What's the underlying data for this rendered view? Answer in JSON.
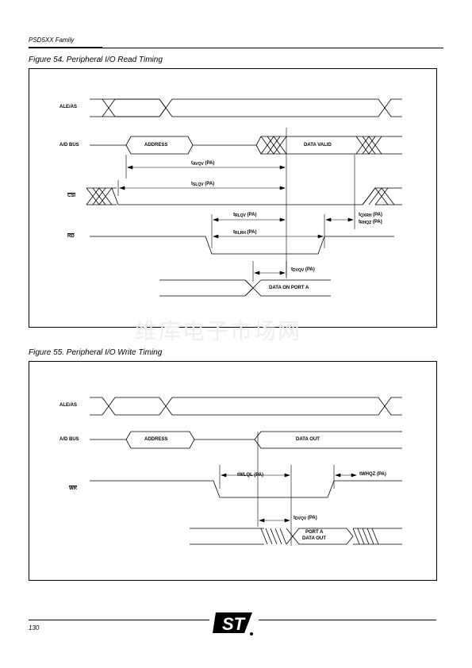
{
  "header": {
    "family": "PSD5XX Family"
  },
  "fig54": {
    "caption": "Figure 54.  Peripheral I/O Read Timing",
    "signals": {
      "ale": "ALE/AS",
      "adbus": "A/D BUS",
      "csi": "CSI",
      "rd": "RD"
    },
    "labels": {
      "address": "ADDRESS",
      "data_valid": "DATA VALID",
      "data_on_port_a": "DATA ON PORT A",
      "tavqv": "AVQV",
      "tavqv_suffix": " (PA)",
      "tslqv": "SLQV",
      "tslqv_suffix": " (PA)",
      "trlqv": "RLQV",
      "trlqv_suffix": " (PA)",
      "trlrh": "RLRH",
      "trlrh_suffix": " (PA)",
      "tdvqv": "DVQV",
      "tdvqv_suffix": " (PA)",
      "tqxrh": "QXRH",
      "tqxrh_suffix": " (PA)",
      "trhqz": "RHQZ",
      "trhqz_suffix": " (PA)",
      "t": "t"
    }
  },
  "fig55": {
    "caption": "Figure 55.  Peripheral I/O Write Timing",
    "signals": {
      "ale": "ALE/AS",
      "adbus": "A/D BUS",
      "wr": "WR"
    },
    "labels": {
      "address": "ADDRESS",
      "data_out": "DATA OUT",
      "port_a_line1": "PORT A",
      "port_a_line2": "DATA OUT",
      "twlql": "tWLQL   (PA)",
      "twhqz": "tWHQZ (PA)",
      "tdvqv": "DVQV",
      "tdvqv_suffix": " (PA)",
      "t": "t"
    }
  },
  "watermark": "维库电子市场网",
  "footer": {
    "page": "130",
    "logo": "ST"
  }
}
